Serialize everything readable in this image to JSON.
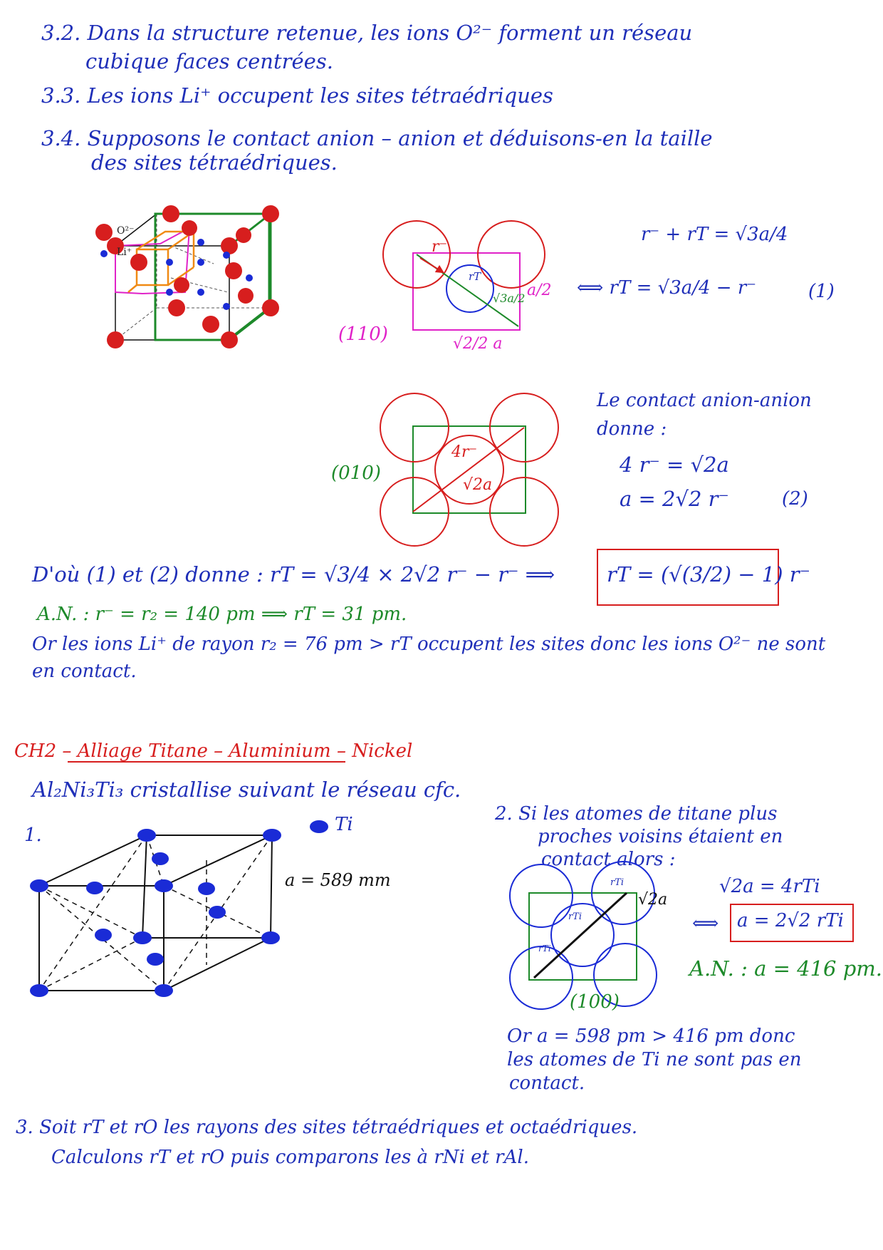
{
  "section3": {
    "l32a": "3.2. Dans la structure retenue, les ions O²⁻ forment un réseau",
    "l32b": "cubique faces centrées.",
    "l33": "3.3. Les ions Li⁺ occupent les sites tétraédriques",
    "l34a": "3.4. Supposons le contact anion – anion et déduisons-en la taille",
    "l34b": "des sites tétraédriques."
  },
  "legend1": {
    "o": "O²⁻",
    "li": "Li⁺"
  },
  "fig110": {
    "plane": "(110)",
    "r_minus": "r⁻",
    "r_t": "rT",
    "sqrt3a_2": "√3a/2",
    "a_over_2": "a/2",
    "sqrt2_a_2": "√2/2 a"
  },
  "eq110": {
    "e1": "r⁻ + rT = √3a/4",
    "e2": "⟺  rT = √3a/4 − r⁻",
    "n1": "(1)"
  },
  "fig010": {
    "plane": "(010)",
    "four_r": "4r⁻",
    "sqrt2a": "√2a"
  },
  "contact": {
    "l1": "Le contact anion-anion",
    "l2": "donne :",
    "e1": "4 r⁻ = √2a",
    "e2": "a = 2√2 r⁻",
    "n2": "(2)"
  },
  "result": {
    "l1": "D'où (1) et (2) donne :  rT = √3/4 × 2√2 r⁻ − r⁻  ⟹",
    "boxed": "rT = (√(3/2) − 1) r⁻",
    "an": "A.N. : r⁻ = r₂ = 140 pm  ⟹  rT = 31 pm.",
    "l3": "Or les ions Li⁺ de rayon r₂ = 76 pm > rT occupent les sites donc les ions O²⁻ ne sont",
    "l4": "en contact."
  },
  "ch2": {
    "title": "CH2 – Alliage Titane – Aluminium – Nickel",
    "intro": "Al₂Ni₃Ti₃ cristallise suivant le réseau cfc.",
    "q1": "1.",
    "ti_legend": "Ti",
    "param": "a = 589 mm",
    "q2a": "2. Si les atomes de titane plus",
    "q2b": "proches voisins étaient en",
    "q2c": "contact alors :",
    "eq1": "√2a = 4rTi",
    "eq2": "a = 2√2 rTi",
    "an": "A.N. : a = 416 pm.",
    "plane": "(100)",
    "rti": "rTi",
    "sqrt2a": "√2a",
    "concl_a": "Or  a = 598 pm > 416 pm  donc",
    "concl_b": "les atomes de Ti ne sont pas en",
    "concl_c": "contact.",
    "q3a": "3. Soit rT et rO les rayons des sites tétraédriques et octaédriques.",
    "q3b": "Calculons rT et rO puis comparons les à rNi et rAl."
  }
}
